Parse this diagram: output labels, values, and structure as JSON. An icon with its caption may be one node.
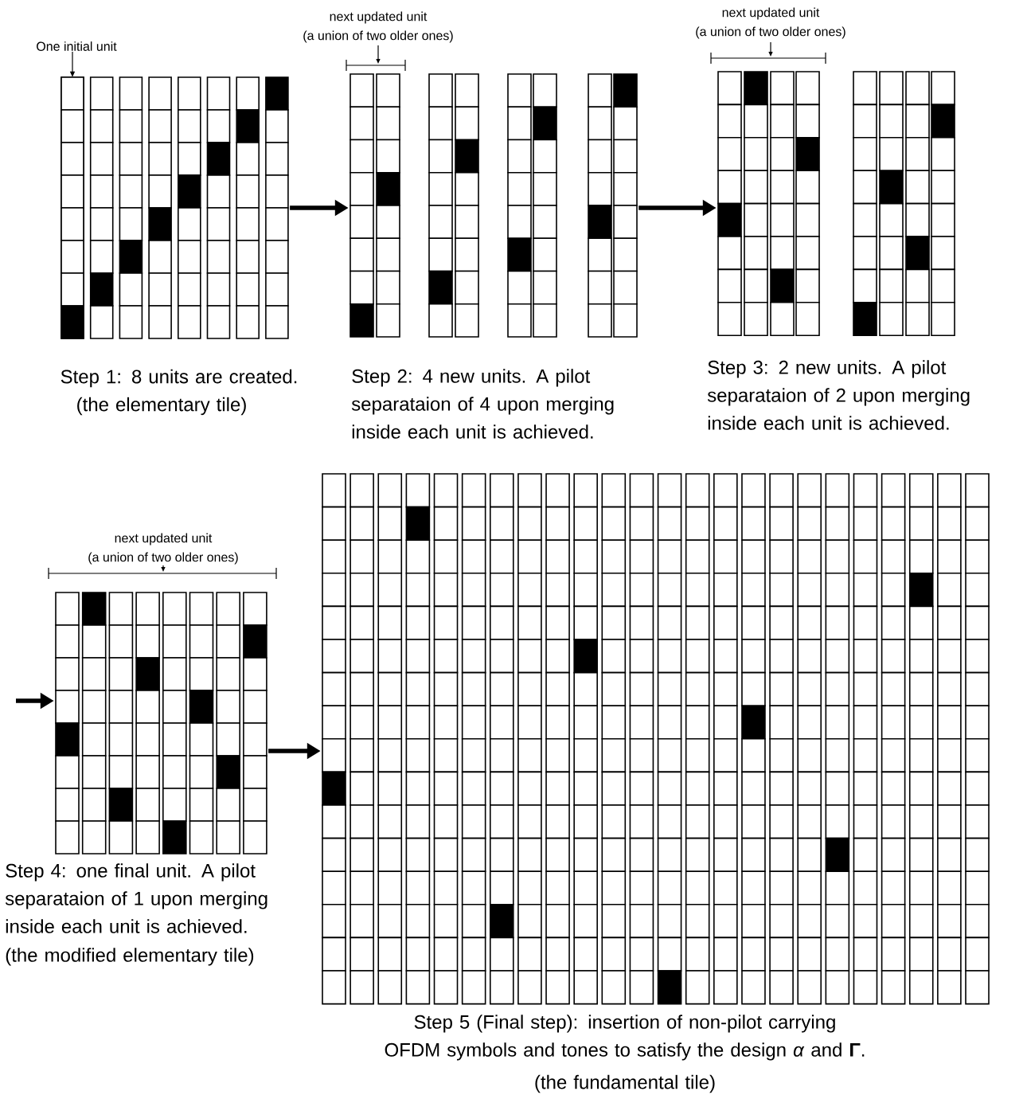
{
  "diagram": {
    "nodes": [
      {
        "text": [
          "One initial unit"
        ]
      },
      {
        "text": [],
        "shape": "grid",
        "beside": [
          "Step 1: 8 units are created.",
          "(the elementary tile)"
        ]
      },
      {
        "text": [],
        "shape": "bar",
        "in": 1
      },
      {
        "text": [],
        "shape": "grid",
        "beside": [
          "Step 2: 4 new units. A pilot separataion of 4 upon merging inside each unit is achieved."
        ]
      },
      {
        "text": [],
        "shape": "grid",
        "beside": [
          "Step 3: 2 new units. A pilot separataion of 2 upon merging inside each unit is achieved."
        ]
      },
      {
        "text": [],
        "shape": "grid",
        "beside": [
          "Step 4: one final unit. A pilot separataion of 1 upon merging inside each unit is achieved.",
          "(the modified elementary tile)"
        ]
      },
      {
        "text": [],
        "shape": "grid",
        "beside": [
          "Step 5 (Final step): insertion of non-pilot carrying OFDM symbols and tones to satisfy the design *α* and **Γ**.",
          "(the fundamental tile)"
        ]
      }
    ],
    "edges": [
      {
        "from": 0,
        "to": 2,
        "arrow": "to"
      },
      {
        "from": 1,
        "to": 3,
        "arrow": "to"
      },
      {
        "from": 3,
        "to": 4,
        "arrow": "to"
      },
      {
        "from": null,
        "to": 5,
        "arrow": "to"
      },
      {
        "from": 5,
        "to": 6,
        "arrow": "to"
      }
    ],
    "labels": [
      "next updated unit",
      "(a union of two older ones)",
      "next updated unit",
      "(a union of two older ones)",
      "next updated unit",
      "(a union of two older ones)"
    ]
  }
}
